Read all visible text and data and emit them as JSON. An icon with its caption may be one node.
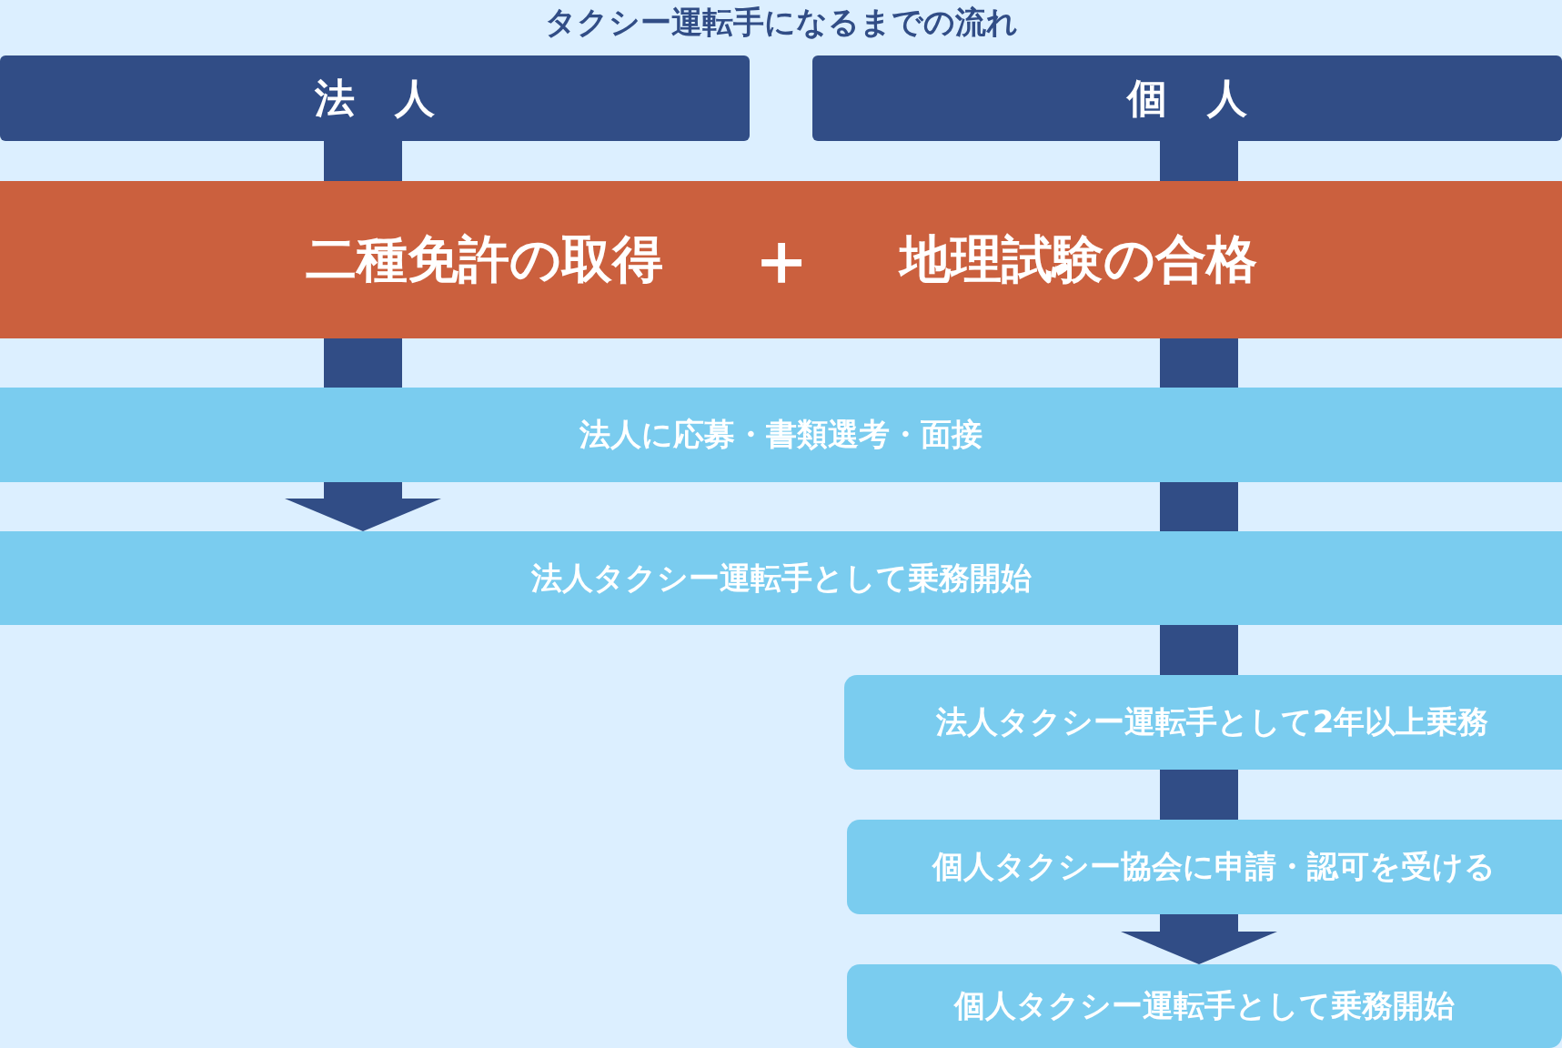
{
  "diagram": {
    "title": "タクシー運転手になるまでの流れ",
    "nodes": [
      {
        "text": [
          "法　人"
        ]
      },
      {
        "text": [
          "個　人"
        ]
      },
      {
        "text": [
          "二種免許の取得",
          "＋",
          "地理試験の合格"
        ]
      },
      {
        "text": [
          "法人に応募・書類選考・面接"
        ]
      },
      {
        "text": [
          "法人タクシー運転手として乗務開始"
        ]
      },
      {
        "text": [
          "法人タクシー運転手として2年以上乗務"
        ]
      },
      {
        "text": [
          "個人タクシー協会に申請・認可を受ける"
        ]
      },
      {
        "text": [
          "個人タクシー運転手として乗務開始"
        ]
      }
    ],
    "edges": [
      {
        "from": 0,
        "to": 2,
        "arrow": "none"
      },
      {
        "from": 1,
        "to": 2,
        "arrow": "none"
      },
      {
        "from": 2,
        "to": 3,
        "arrow": "none"
      },
      {
        "from": 2,
        "to": 3,
        "arrow": "none"
      },
      {
        "from": 3,
        "to": 4,
        "arrow": "to"
      },
      {
        "from": 3,
        "to": 4,
        "arrow": "none"
      },
      {
        "from": 4,
        "to": 5,
        "arrow": "none"
      },
      {
        "from": 5,
        "to": 6,
        "arrow": "none"
      },
      {
        "from": 6,
        "to": 7,
        "arrow": "to"
      }
    ]
  }
}
